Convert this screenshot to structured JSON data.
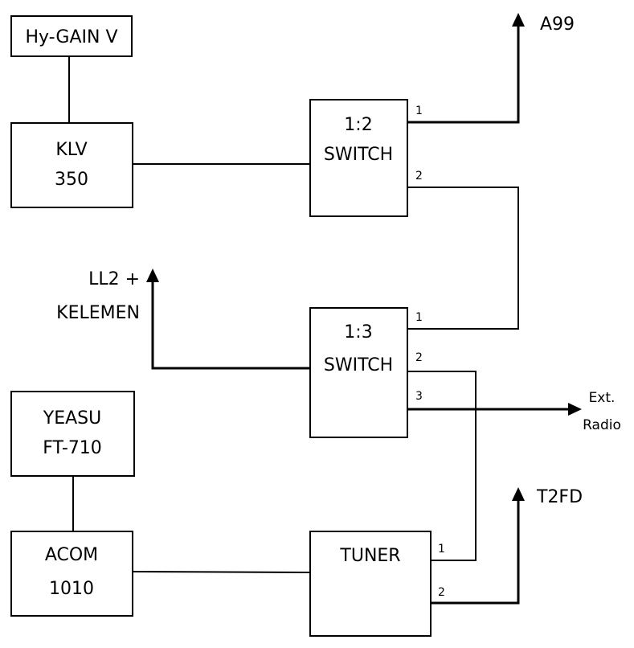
{
  "blocks": {
    "hygain": {
      "line1": "Hy-GAIN V"
    },
    "klv": {
      "line1": "KLV",
      "line2": "350"
    },
    "switch12": {
      "line1": "1:2",
      "line2": "SWITCH"
    },
    "switch13": {
      "line1": "1:3",
      "line2": "SWITCH"
    },
    "yaesu": {
      "line1": "YEASU",
      "line2": "FT-710"
    },
    "acom": {
      "line1": "ACOM",
      "line2": "1010"
    },
    "tuner": {
      "line1": "TUNER"
    }
  },
  "ports": {
    "switch12_1": "1",
    "switch12_2": "2",
    "switch13_1": "1",
    "switch13_2": "2",
    "switch13_3": "3",
    "tuner_1": "1",
    "tuner_2": "2"
  },
  "outputs": {
    "a99": "A99",
    "ll2_line1": "LL2 +",
    "ll2_line2": "KELEMEN",
    "ext_line1": "Ext.",
    "ext_line2": "Radio",
    "t2fd": "T2FD"
  }
}
